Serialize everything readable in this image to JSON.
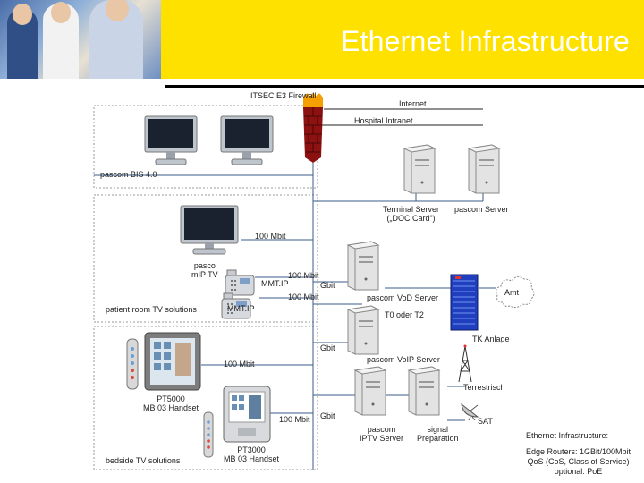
{
  "header": {
    "title": "Ethernet Infrastructure"
  },
  "labels": {
    "firewall": "ITSEC E3 Firewall",
    "internet": "Internet",
    "intranet": "Hospital Intranet",
    "bis": "pascom BIS 4.0",
    "terminal_server": "Terminal Server\n(„DOC Card“)",
    "pascom_server": "pascom Server",
    "mbit_100_a": "100 Mbit",
    "mip_tv": "pasco\nmIP TV",
    "mbit_100_b": "100 Mbit",
    "mmt_ip_a": "MMT.IP",
    "mbit_100_c": "100 Mbit",
    "gbit_a": "Gbit",
    "vod_server": "pascom VoD Server",
    "amt": "Amt",
    "patient_tv": "patient room TV solutions",
    "mmt_ip_b": "MMT.IP",
    "t0_t2": "T0 oder T2",
    "tk_anlage": "TK Anlage",
    "gbit_b": "Gbit",
    "voip_server": "pascom VoIP Server",
    "mbit_100_d": "100 Mbit",
    "terrestrisch": "Terrestrisch",
    "pt5000": "PT5000\nMB 03 Handset",
    "mbit_100_e": "100 Mbit",
    "gbit_c": "Gbit",
    "iptv_server": "pascom\nIPTV Server",
    "signal_prep": "signal\nPreparation",
    "sat": "SAT",
    "bedside_tv": "bedside TV solutions",
    "pt3000": "PT3000\nMB 03 Handset",
    "note_title": "Ethernet Infrastructure:",
    "note_body": "Edge Routers: 1GBit/100Mbit\nQoS (CoS, Class of Service)\noptional: PoE"
  }
}
